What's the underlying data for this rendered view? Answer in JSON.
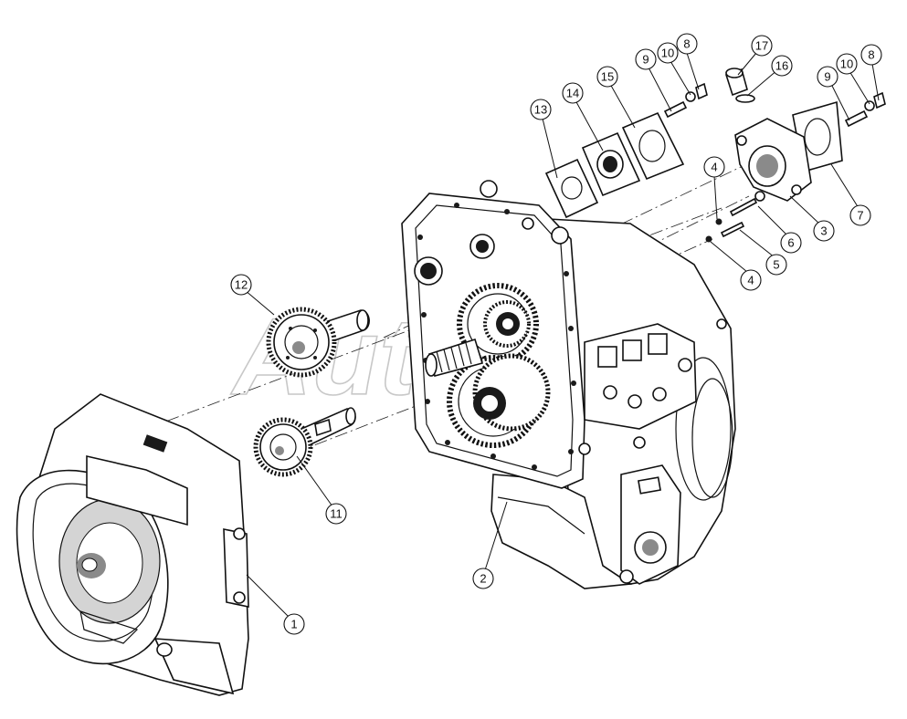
{
  "watermark": "Auto",
  "callouts": [
    {
      "id": "1",
      "label": "1"
    },
    {
      "id": "2",
      "label": "2"
    },
    {
      "id": "3",
      "label": "3"
    },
    {
      "id": "4a",
      "label": "4"
    },
    {
      "id": "4b",
      "label": "4"
    },
    {
      "id": "5",
      "label": "5"
    },
    {
      "id": "6",
      "label": "6"
    },
    {
      "id": "7",
      "label": "7"
    },
    {
      "id": "8a",
      "label": "8"
    },
    {
      "id": "8b",
      "label": "8"
    },
    {
      "id": "9a",
      "label": "9"
    },
    {
      "id": "9b",
      "label": "9"
    },
    {
      "id": "10a",
      "label": "10"
    },
    {
      "id": "10b",
      "label": "10"
    },
    {
      "id": "11",
      "label": "11"
    },
    {
      "id": "12",
      "label": "12"
    },
    {
      "id": "13",
      "label": "13"
    },
    {
      "id": "14",
      "label": "14"
    },
    {
      "id": "15",
      "label": "15"
    },
    {
      "id": "16",
      "label": "16"
    },
    {
      "id": "17",
      "label": "17"
    }
  ]
}
